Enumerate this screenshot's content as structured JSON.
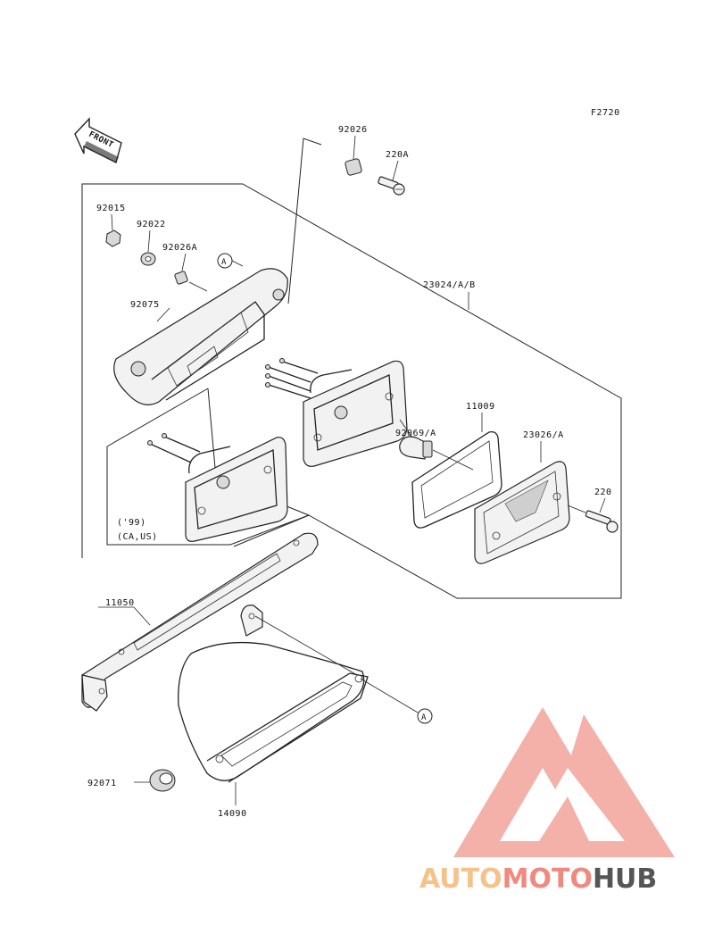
{
  "diagram_code": "F2720",
  "front_label": "FRONT",
  "parts": {
    "p92026": "92026",
    "p220A": "220A",
    "p92015": "92015",
    "p92022": "92022",
    "p92026A": "92026A",
    "p23024": "23024/A/B",
    "p92075": "92075",
    "p11009": "11009",
    "p92069": "92069/A",
    "p23026": "23026/A",
    "p220": "220",
    "p11050": "11050",
    "p92071": "92071",
    "p14090": "14090"
  },
  "ref_marker": "A",
  "variant_note": {
    "year": "('99)",
    "markets": "(CA,US)"
  },
  "watermark": {
    "word_1": "AUTO",
    "word_2": "MOTO",
    "word_3": "HUB",
    "color_1": "#f5c28a",
    "color_2": "#f08a80",
    "color_3": "#555555"
  }
}
